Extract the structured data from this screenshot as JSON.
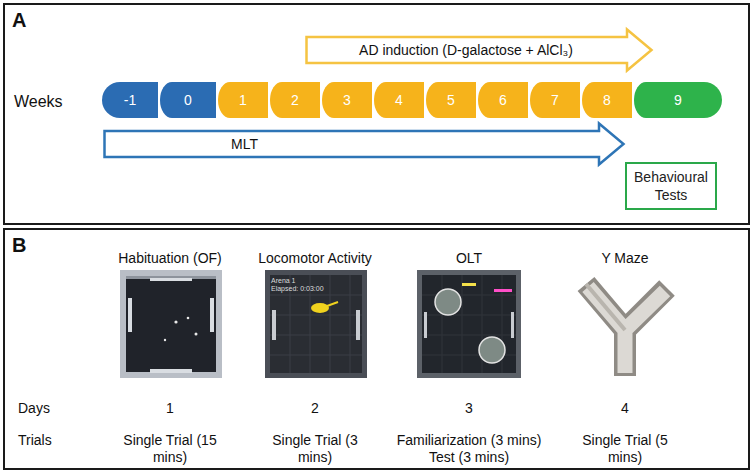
{
  "diagram": {
    "nodes": [
      {
        "text": [
          "A"
        ]
      },
      {
        "text": [
          "AD induction (D-galactose + AlCl₃)"
        ],
        "in": 0
      },
      {
        "text": [
          "-1"
        ],
        "in": 0
      },
      {
        "text": [
          "0"
        ],
        "in": 0
      },
      {
        "text": [
          "1"
        ],
        "in": 0
      },
      {
        "text": [
          "2"
        ],
        "in": 0
      },
      {
        "text": [
          "3"
        ],
        "in": 0
      },
      {
        "text": [
          "4"
        ],
        "in": 0
      },
      {
        "text": [
          "5"
        ],
        "in": 0
      },
      {
        "text": [
          "6"
        ],
        "in": 0
      },
      {
        "text": [
          "7"
        ],
        "in": 0
      },
      {
        "text": [
          "8"
        ],
        "in": 0
      },
      {
        "text": [
          "9"
        ],
        "in": 0
      },
      {
        "text": [
          "MLT"
        ],
        "in": 0
      },
      {
        "text": [
          "Behavioural Tests"
        ],
        "in": 0
      },
      {
        "text": [
          "B"
        ]
      }
    ],
    "labels": [
      "Weeks",
      "Habituation (OF)",
      "Locomotor Activity",
      "OLT",
      "Y Maze",
      "Arena 1",
      "Elapsed: 0:03:00",
      "Days",
      "1",
      "2",
      "3",
      "4",
      "Trials",
      "Single Trial (15 mins)",
      "Single Trial (3 mins)",
      "Familiarization (3 mins) Test (3 mins)",
      "Single Trial (5 mins)"
    ]
  }
}
